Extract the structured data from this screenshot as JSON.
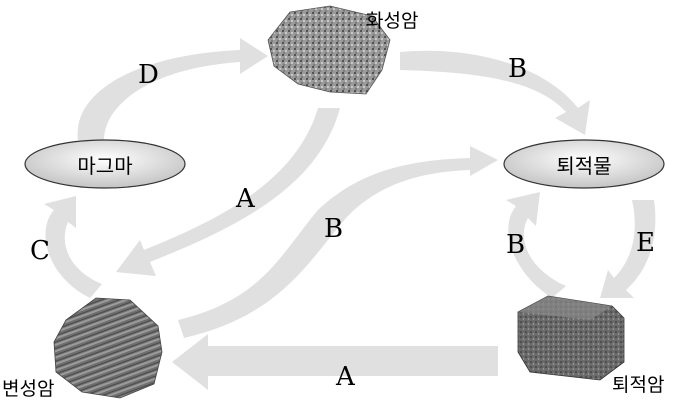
{
  "nodes": {
    "magma": "마그마",
    "sediment": "퇴적물"
  },
  "rocks": {
    "igneous": "화성암",
    "sedimentary": "퇴적암",
    "metamorphic": "변성암"
  },
  "processes": {
    "igneous_to_sediment": "B",
    "magma_to_igneous": "D",
    "igneous_to_metamorphic": "A",
    "metamorphic_to_sediment": "B",
    "sediment_to_sedimentary": "E",
    "sedimentary_to_sediment": "B",
    "metamorphic_to_magma": "C",
    "sedimentary_to_metamorphic": "A"
  },
  "colors": {
    "arrow": "#e0e0e0",
    "ellipse_fill": "#d9d9d9",
    "ellipse_stroke": "#333333"
  }
}
